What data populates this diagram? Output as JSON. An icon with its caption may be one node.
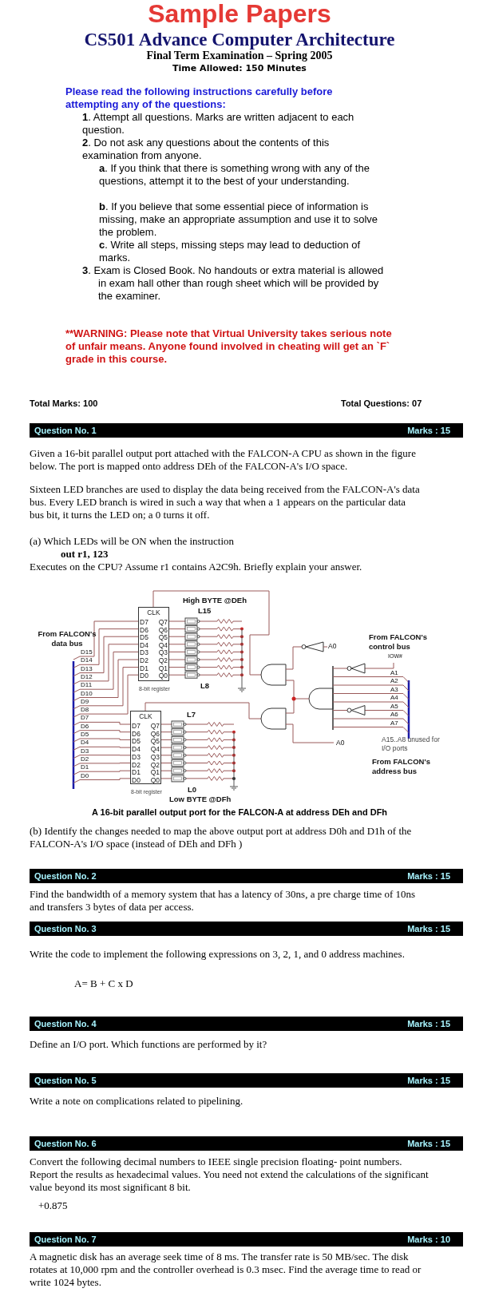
{
  "diagram": {
    "title": "CS501 Advance Computer Architecture",
    "caption": "A 16-bit parallel output port for the FALCON-A at address DEh and DFh",
    "nodes": [
      {
        "text": [
          "Question No. 1",
          "Marks : 15"
        ]
      },
      {
        "text": [
          "Question No. 2",
          "Marks : 15"
        ]
      },
      {
        "text": [
          "Question No. 3",
          "Marks : 15"
        ]
      },
      {
        "text": [
          "Question No. 4",
          "Marks : 15"
        ]
      },
      {
        "text": [
          "Question No. 5",
          "Marks : 15"
        ]
      },
      {
        "text": [
          "Question No. 6",
          "Marks : 15"
        ]
      },
      {
        "text": [
          "Question No. 7",
          "Marks : 10"
        ]
      },
      {
        "text": [
          "CLK",
          "D7",
          "D6",
          "D5",
          "D4",
          "D3",
          "D2",
          "D1",
          "D0",
          "Q7",
          "Q6",
          "Q5",
          "Q4",
          "Q3",
          "Q2",
          "Q1",
          "Q0"
        ],
        "beside": [
          "8-bit register"
        ]
      },
      {
        "text": [
          "CLK",
          "D7",
          "D6",
          "D5",
          "D4",
          "D3",
          "D2",
          "D1",
          "D0",
          "Q7",
          "Q6",
          "Q5",
          "Q4",
          "Q3",
          "Q2",
          "Q1",
          "Q0"
        ],
        "beside": [
          "8-bit register"
        ]
      }
    ],
    "labels": [
      "Sample Papers",
      "Final Term Examination – Spring 2005",
      "Time Allowed: 150 Minutes",
      "Please read the following instructions carefully before attempting any of the questions:",
      "**1**. Attempt all questions. Marks are written adjacent to each question.",
      "**2**. Do not ask any questions about the contents of this examination from anyone.",
      "**a**. If you think that there is something wrong with any of the questions, attempt it to the best of your understanding.",
      "**b**. If you believe that some essential piece of information is missing, make an appropriate assumption and use it to solve the problem.",
      "**c**. Write all steps, missing steps may lead to deduction of marks.",
      "**3**. Exam is Closed Book. No handouts or extra material is allowed in exam hall other than rough sheet which will be provided by the examiner.",
      "**WARNING: Please note that Virtual University takes serious note of unfair means. Anyone found involved in cheating will get an `F` grade in this course.",
      "Total Marks: 100",
      "Total Questions: 07",
      "Given a 16-bit parallel output port attached with the FALCON-A CPU as shown in the figure below. The port is mapped onto address DEh of the FALCON-A's I/O space.",
      "Sixteen LED branches are used to display the data being received from the FALCON-A's data bus. Every LED branch is wired in such a way that when a 1 appears on the particular data bus bit, it turns the LED on; a 0 turns it off.",
      "(a) Which LEDs will be ON when the instruction",
      "out r1, 123",
      "Executes on the CPU? Assume r1 contains A2C9h. Briefly explain your answer.",
      "From FALCON's data bus",
      "D15",
      "D14",
      "D13",
      "D12",
      "D11",
      "D10",
      "D9",
      "D8",
      "D7",
      "D6",
      "D5",
      "D4",
      "D3",
      "D2",
      "D1",
      "D0",
      "High BYTE @DEh",
      "L15",
      "L8",
      "L7",
      "L0",
      "Low BYTE @DFh",
      "A0",
      "From FALCON's control bus",
      "IOW#",
      "A1",
      "A2",
      "A3",
      "A4",
      "A5",
      "A6",
      "A7",
      "A0",
      "A15..A8 unused for I/O ports",
      "From FALCON's address bus",
      "(b) Identify the changes needed to map the above output port at address D0h and D1h of the FALCON-A's I/O space (instead of DEh and DFh )",
      "Find the bandwidth of a memory system that has a latency of 30ns, a pre charge time of 10ns and transfers 3 bytes of data per access.",
      "Write the code to implement the following expressions on 3, 2, 1, and 0 address machines.",
      "A= B + C x D",
      "Define an I/O port. Which functions are performed by it?",
      "Write a note on complications related to pipelining.",
      "Convert the following decimal numbers to IEEE single precision floating- point numbers. Report the results as hexadecimal values. You need not extend the calculations of the significant value beyond its most significant 8 bit.",
      "+0.875",
      "A magnetic disk has an average seek time of 8 ms. The transfer rate is 50 MB/sec. The disk rotates at 10,000 rpm and the controller overhead is 0.3 msec. Find the average time to read or write 1024 bytes."
    ]
  }
}
